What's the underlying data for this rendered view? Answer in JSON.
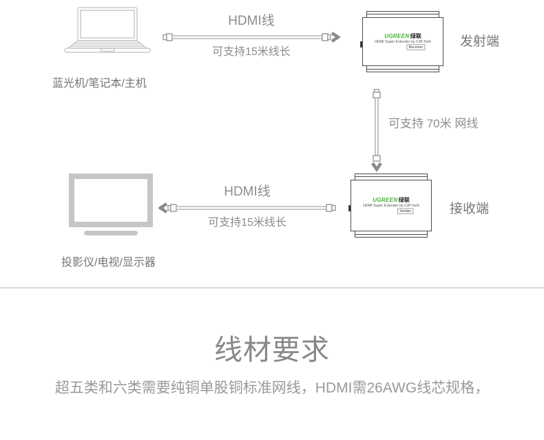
{
  "diagram": {
    "source": {
      "label": "蓝光机/笔记本/主机",
      "icon": "laptop-icon"
    },
    "display": {
      "label": "投影仪/电视/显示器",
      "icon": "tv-icon"
    },
    "transmitter": {
      "label": "发射端",
      "brand": "UGREEN",
      "brand_cn": "绿联",
      "model": "HDMI Super Extender by CAT-5e/6",
      "port": "Receiver"
    },
    "receiver": {
      "label": "接收端",
      "brand": "UGREEN",
      "brand_cn": "绿联",
      "model": "HDMI Super Extender by CAT-5e/6",
      "port": "Sender"
    },
    "hdmi_cable_top": {
      "title": "HDMI线",
      "subtitle": "可支持15米线长",
      "direction": "right"
    },
    "network_cable": {
      "title": "可支持 70米 网线",
      "direction": "down"
    },
    "hdmi_cable_bottom": {
      "title": "HDMI线",
      "subtitle": "可支持15米线长",
      "direction": "left"
    }
  },
  "requirements": {
    "title": "线材要求",
    "body": "超五类和六类需要纯铜单股铜标准网线，HDMI需26AWG线芯规格，"
  },
  "colors": {
    "icon_line": "#c9c9c9",
    "cable_line": "#b3b3b3",
    "arrow": "#8a8a8a",
    "device_outline": "#4a4a4a",
    "brand_green": "#45b035",
    "label_gray": "#757575",
    "heading_gray": "#888888",
    "divider_gray": "#d9d9d9"
  }
}
